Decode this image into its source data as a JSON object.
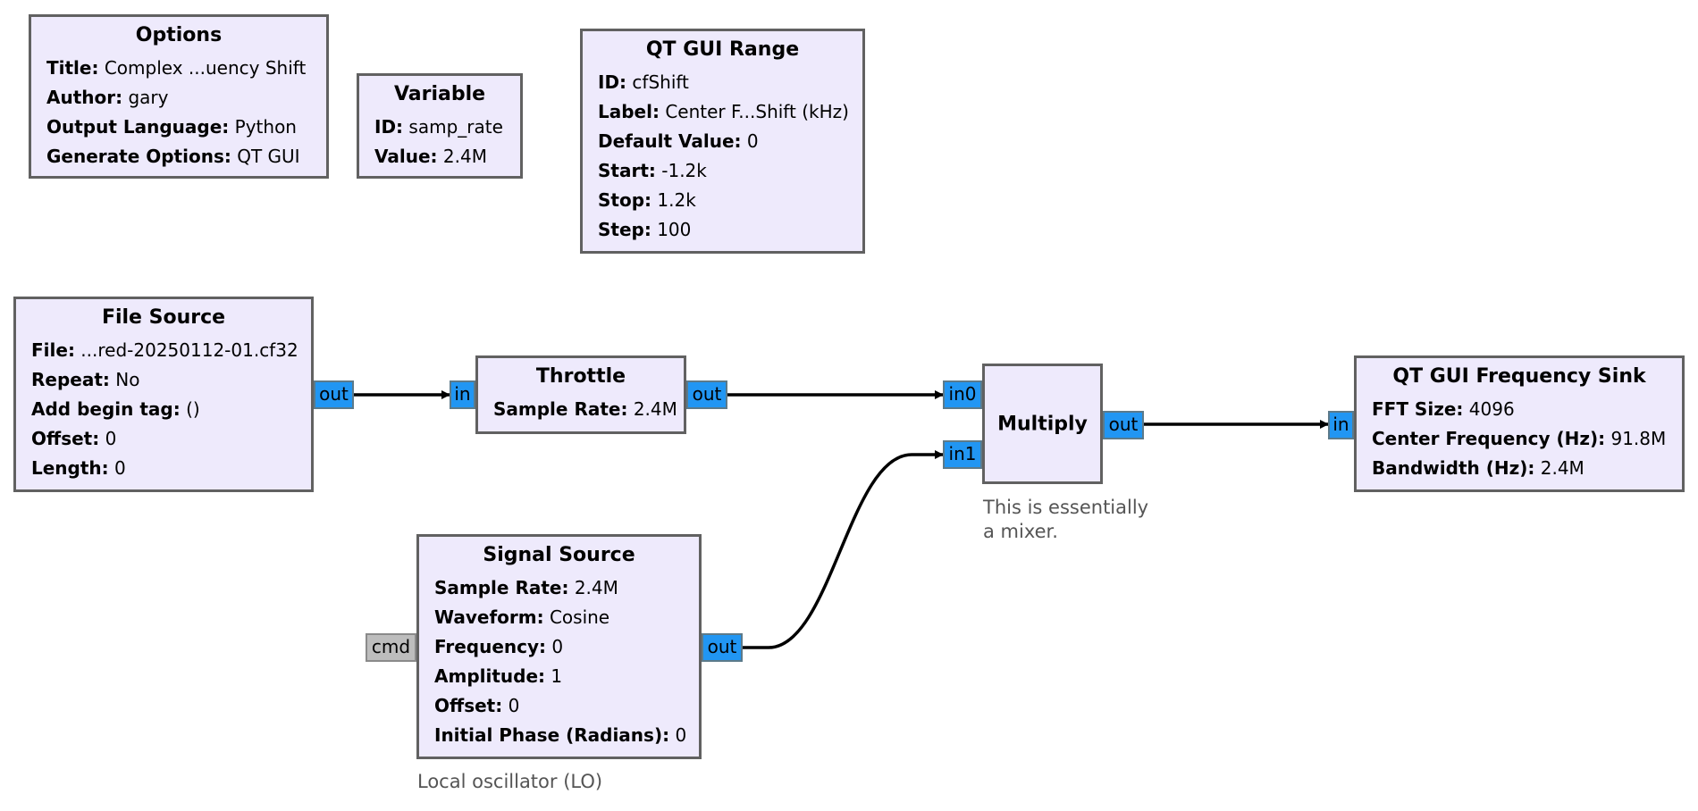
{
  "blocks": {
    "options": {
      "title": "Options",
      "params": [
        {
          "label": "Title:",
          "value": "Complex ...uency Shift"
        },
        {
          "label": "Author:",
          "value": "gary"
        },
        {
          "label": "Output Language:",
          "value": "Python"
        },
        {
          "label": "Generate Options:",
          "value": "QT GUI"
        }
      ]
    },
    "variable": {
      "title": "Variable",
      "params": [
        {
          "label": "ID:",
          "value": "samp_rate"
        },
        {
          "label": "Value:",
          "value": "2.4M"
        }
      ]
    },
    "qt_gui_range": {
      "title": "QT GUI Range",
      "params": [
        {
          "label": "ID:",
          "value": "cfShift"
        },
        {
          "label": "Label:",
          "value": "Center F...Shift (kHz)"
        },
        {
          "label": "Default Value:",
          "value": "0"
        },
        {
          "label": "Start:",
          "value": "-1.2k"
        },
        {
          "label": "Stop:",
          "value": "1.2k"
        },
        {
          "label": "Step:",
          "value": "100"
        }
      ]
    },
    "file_source": {
      "title": "File Source",
      "params": [
        {
          "label": "File:",
          "value": "...red-20250112-01.cf32"
        },
        {
          "label": "Repeat:",
          "value": "No"
        },
        {
          "label": "Add begin tag:",
          "value": "()"
        },
        {
          "label": "Offset:",
          "value": "0"
        },
        {
          "label": "Length:",
          "value": "0"
        }
      ]
    },
    "throttle": {
      "title": "Throttle",
      "params": [
        {
          "label": "Sample Rate:",
          "value": "2.4M"
        }
      ]
    },
    "multiply": {
      "title": "Multiply",
      "comment": [
        "This is essentially",
        "a mixer."
      ]
    },
    "freq_sink": {
      "title": "QT GUI Frequency Sink",
      "params": [
        {
          "label": "FFT Size:",
          "value": "4096"
        },
        {
          "label": "Center Frequency (Hz):",
          "value": "91.8M"
        },
        {
          "label": "Bandwidth (Hz):",
          "value": "2.4M"
        }
      ]
    },
    "signal_source": {
      "title": "Signal Source",
      "params": [
        {
          "label": "Sample Rate:",
          "value": "2.4M"
        },
        {
          "label": "Waveform:",
          "value": "Cosine"
        },
        {
          "label": "Frequency:",
          "value": "0"
        },
        {
          "label": "Amplitude:",
          "value": "1"
        },
        {
          "label": "Offset:",
          "value": "0"
        },
        {
          "label": "Initial Phase (Radians):",
          "value": "0"
        }
      ],
      "comment": "Local oscillator (LO)"
    }
  },
  "ports": {
    "out": "out",
    "in": "in",
    "in0": "in0",
    "in1": "in1",
    "cmd": "cmd"
  },
  "colors": {
    "block_fill": "#eeeafc",
    "block_border": "#616161",
    "port_stream": "#2196f3",
    "port_message": "#bdbdbd",
    "wire": "#000000"
  }
}
